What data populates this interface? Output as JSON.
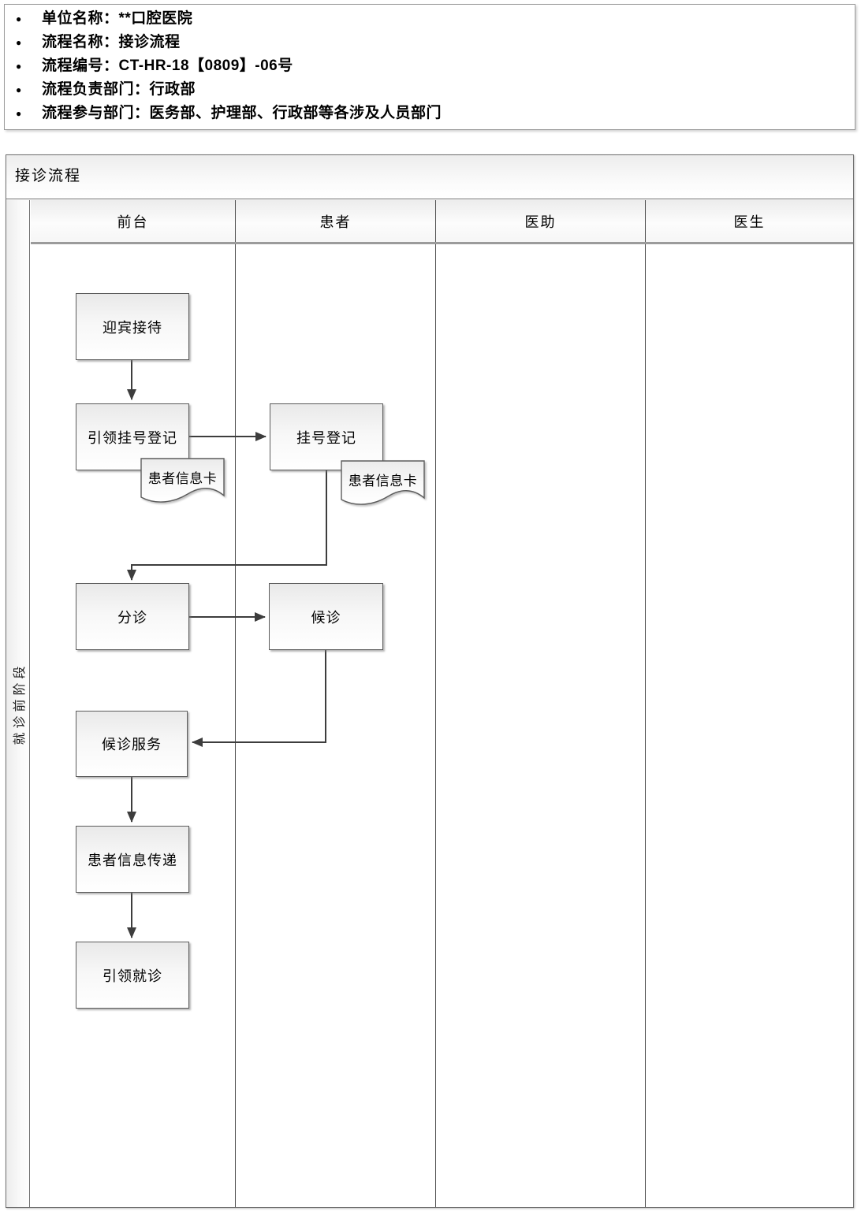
{
  "info_panel": {
    "bullet_glyph": "●",
    "items": [
      "单位名称：**口腔医院",
      "流程名称：接诊流程",
      "流程编号：CT-HR-18【0809】-06号",
      "流程负责部门：行政部",
      "流程参与部门：医务部、护理部、行政部等各涉及人员部门"
    ]
  },
  "flowchart": {
    "title": "接诊流程",
    "stage_label": "就诊前阶段",
    "lanes": [
      {
        "label": "前台"
      },
      {
        "label": "患者"
      },
      {
        "label": "医助"
      },
      {
        "label": "医生"
      }
    ],
    "nodes": {
      "welcome": "迎宾接待",
      "guide_register": "引领挂号登记",
      "register": "挂号登记",
      "patient_card_front": "患者信息卡",
      "patient_card_patient": "患者信息卡",
      "triage": "分诊",
      "waiting": "候诊",
      "waiting_service": "候诊服务",
      "patient_info_transfer": "患者信息传递",
      "guide_visit": "引领就诊"
    },
    "colors": {
      "connector": "#3d3d3d",
      "frame_border": "#6f6f6f",
      "node_border": "#5c5c5c"
    }
  }
}
